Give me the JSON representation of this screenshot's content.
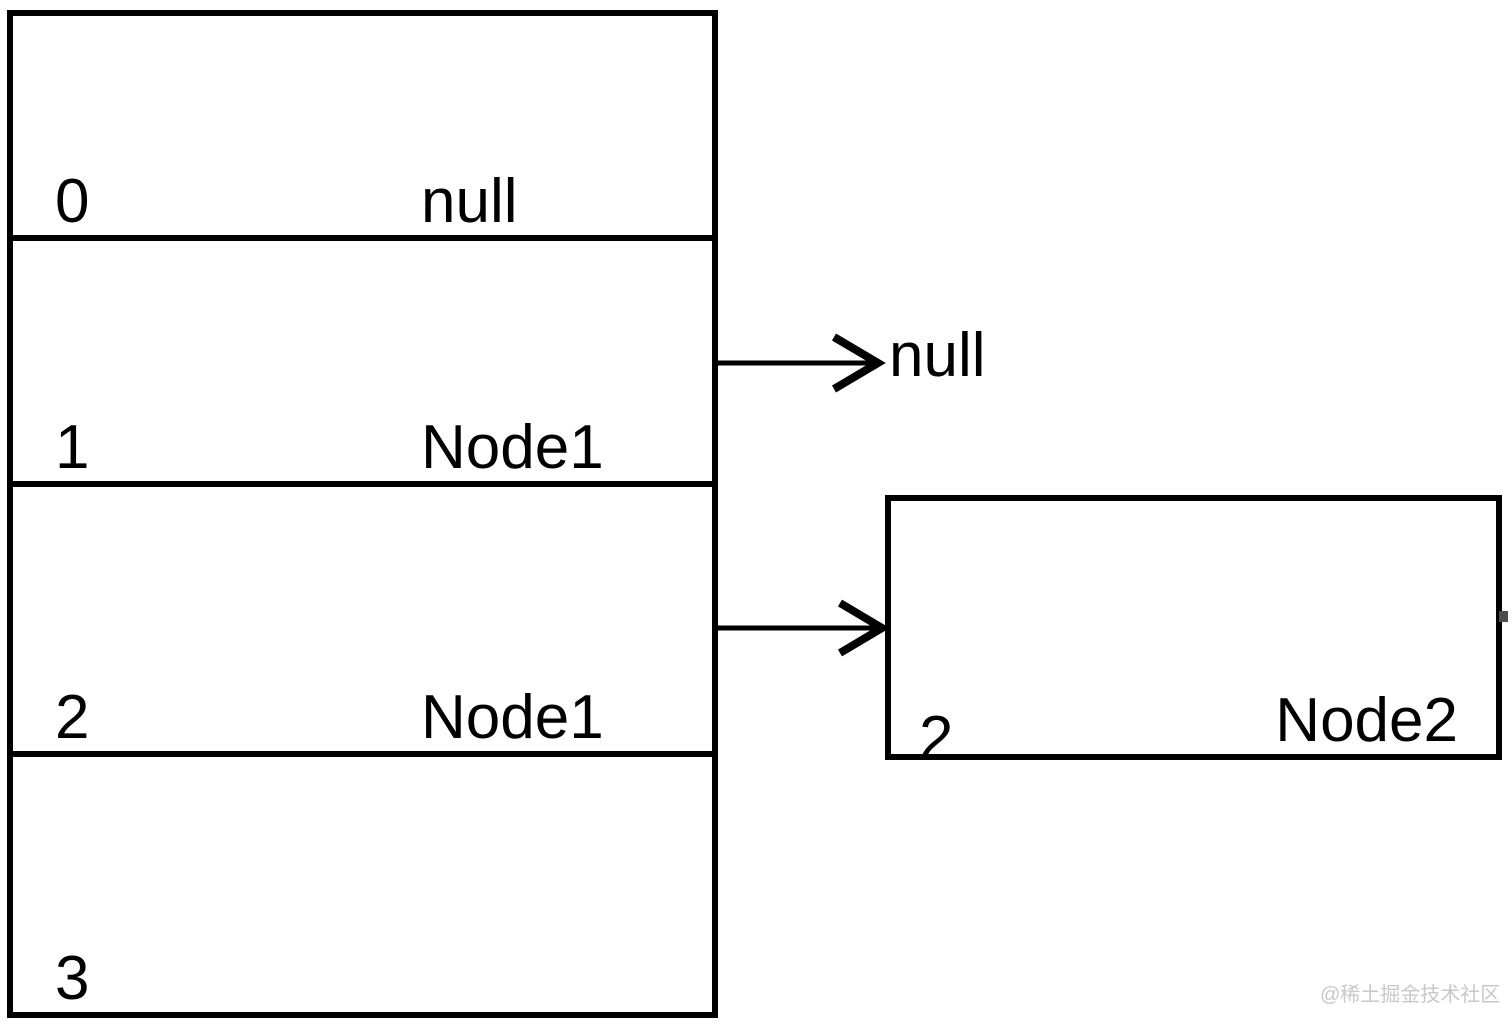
{
  "colors": {
    "background": "#ffffff",
    "stroke": "#000000",
    "watermark": "#c8c8c8"
  },
  "array_table": {
    "rows": [
      {
        "index": "0",
        "value": "null"
      },
      {
        "index": "1",
        "value": "Node1"
      },
      {
        "index": "2",
        "value": "Node1"
      },
      {
        "index": "3",
        "value": ""
      }
    ]
  },
  "pointers": {
    "row1_target_label": "null"
  },
  "node_box": {
    "index": "2",
    "value": "Node2"
  },
  "watermark": {
    "text": "@稀土掘金技术社区"
  }
}
